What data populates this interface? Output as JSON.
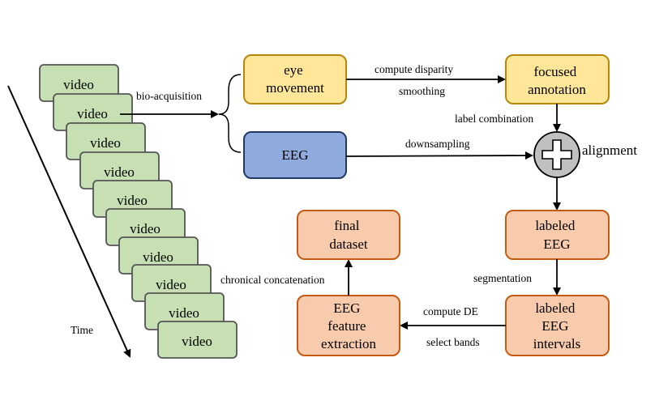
{
  "videos": {
    "label": "video",
    "fill": "#c6e0b4",
    "stroke": "#555555"
  },
  "time_label": "Time",
  "nodes": {
    "eye_movement": {
      "lines": [
        "eye",
        "movement"
      ],
      "fill": "#ffe699",
      "stroke": "#b8860b"
    },
    "focused_annotation": {
      "lines": [
        "focused",
        "annotation"
      ],
      "fill": "#ffe699",
      "stroke": "#b8860b"
    },
    "eeg": {
      "lines": [
        "EEG"
      ],
      "fill": "#8faadc",
      "stroke": "#1f3864"
    },
    "alignment": {
      "label": "alignment",
      "fill": "#c0c0c0"
    },
    "labeled_eeg": {
      "lines": [
        "labeled",
        "EEG"
      ],
      "fill": "#f8cbad",
      "stroke": "#c55a11"
    },
    "labeled_eeg_intervals": {
      "lines": [
        "labeled",
        "EEG",
        "intervals"
      ],
      "fill": "#f8cbad",
      "stroke": "#c55a11"
    },
    "eeg_feature_extraction": {
      "lines": [
        "EEG",
        "feature",
        "extraction"
      ],
      "fill": "#f8cbad",
      "stroke": "#c55a11"
    },
    "final_dataset": {
      "lines": [
        "final",
        "dataset"
      ],
      "fill": "#f8cbad",
      "stroke": "#c55a11"
    }
  },
  "edge_labels": {
    "bio_acquisition": "bio-acquisition",
    "compute_disparity": "compute disparity",
    "smoothing": "smoothing",
    "label_combination": "label combination",
    "downsampling": "downsampling",
    "segmentation": "segmentation",
    "compute_de": "compute DE",
    "select_bands": "select bands",
    "chronical_concatenation": "chronical concatenation"
  }
}
